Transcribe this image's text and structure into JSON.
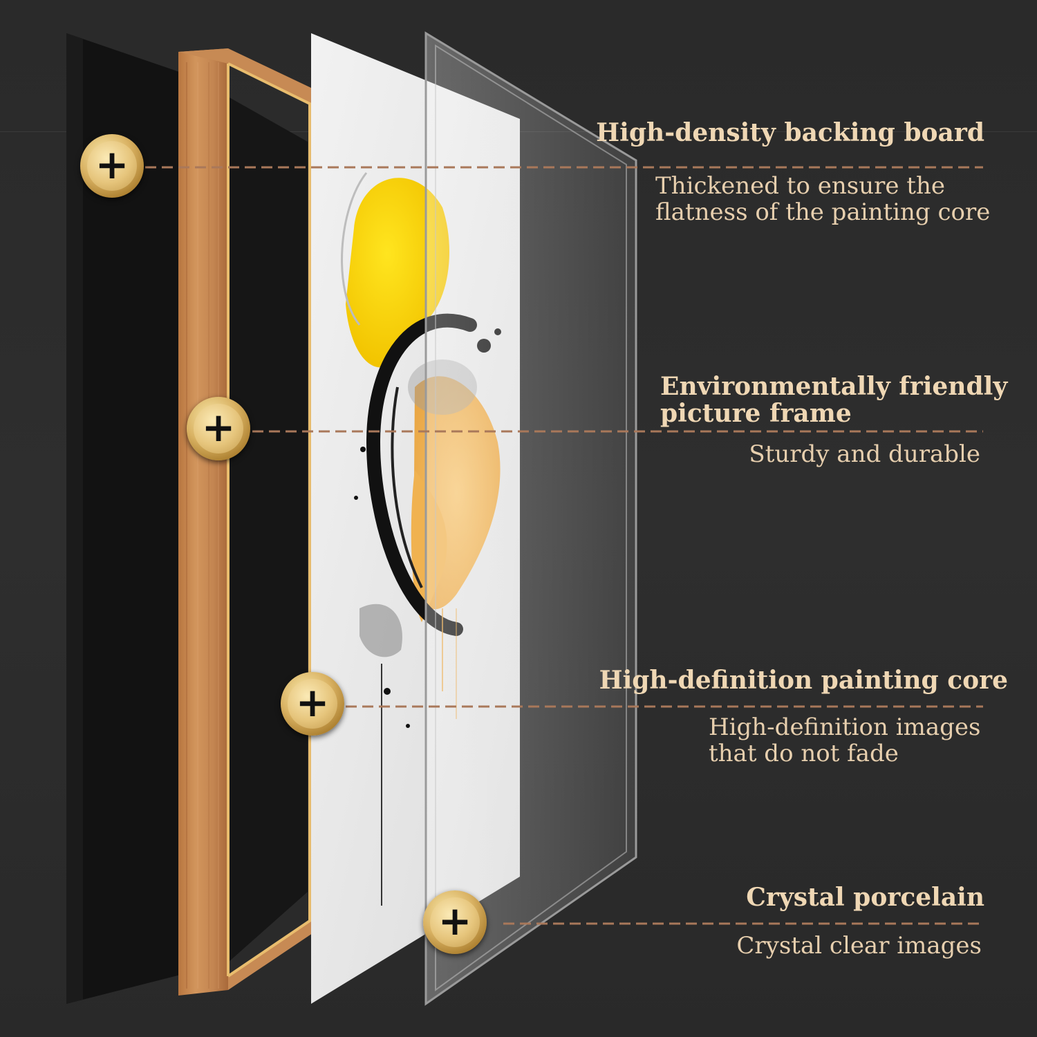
{
  "colors": {
    "background": "#2b2b2b",
    "title_text": "#efd7b4",
    "desc_text": "#e7cfae",
    "frame_wood": "#c8874f",
    "frame_gold_edge": "#e5b96a",
    "leader_line": "#a9785a"
  },
  "layers": [
    {
      "name": "backing-board"
    },
    {
      "name": "picture-frame"
    },
    {
      "name": "painting-core"
    },
    {
      "name": "crystal-porcelain"
    }
  ],
  "callouts": [
    {
      "icon": "plus-icon",
      "title": "High-density backing board",
      "desc_lines": [
        "Thickened to ensure the",
        "flatness of the painting core"
      ]
    },
    {
      "icon": "plus-icon",
      "title_lines": [
        "Environmentally friendly",
        "picture frame"
      ],
      "desc_lines": [
        "Sturdy and durable"
      ]
    },
    {
      "icon": "plus-icon",
      "title": "High-definition painting core",
      "desc_lines": [
        "High-definition images",
        "that do not fade"
      ]
    },
    {
      "icon": "plus-icon",
      "title": "Crystal porcelain",
      "desc_lines": [
        "Crystal clear images"
      ]
    }
  ],
  "marker_glyph": "+"
}
